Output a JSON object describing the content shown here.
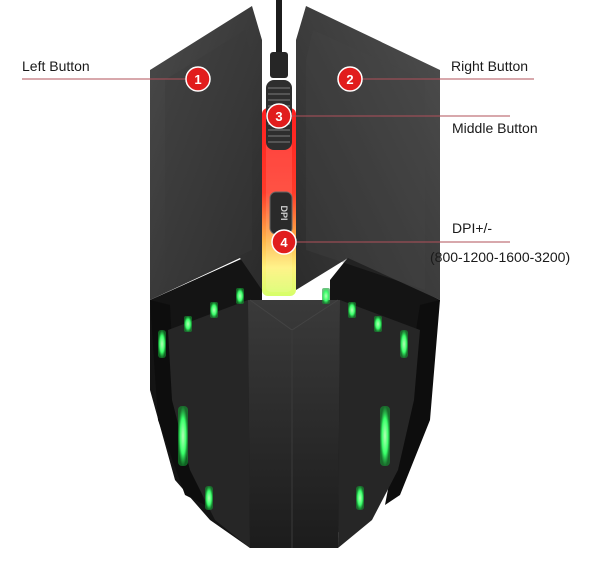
{
  "annotations": {
    "left_button": {
      "number": "1",
      "label": "Left Button"
    },
    "right_button": {
      "number": "2",
      "label": "Right Button"
    },
    "middle_button": {
      "number": "3",
      "label": "Middle Button"
    },
    "dpi_button": {
      "number": "4",
      "label": "DPI+/-",
      "sub_label": "(800-1200-1600-3200)"
    }
  },
  "dpi_button_face_text": "DPI",
  "colors": {
    "marker_red": "#e11d1d",
    "leader_line": "#b0505a",
    "mouse_body": "#2b2b2b",
    "led_green": "#39ff6a",
    "led_red": "#ff2a2a",
    "led_yellow": "#ffe46a"
  }
}
